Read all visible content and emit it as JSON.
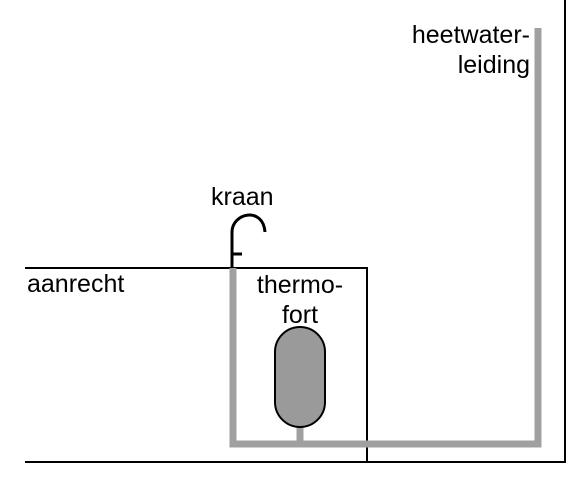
{
  "labels": {
    "hot_water_pipe_line1": "heetwater-",
    "hot_water_pipe_line2": "leiding",
    "tap": "kraan",
    "counter": "aanrecht",
    "heater_line1": "thermo-",
    "heater_line2": "fort"
  },
  "colors": {
    "line": "#000000",
    "pipe": "#a0a0a0",
    "tank": "#9a9a9a",
    "background": "#ffffff"
  }
}
